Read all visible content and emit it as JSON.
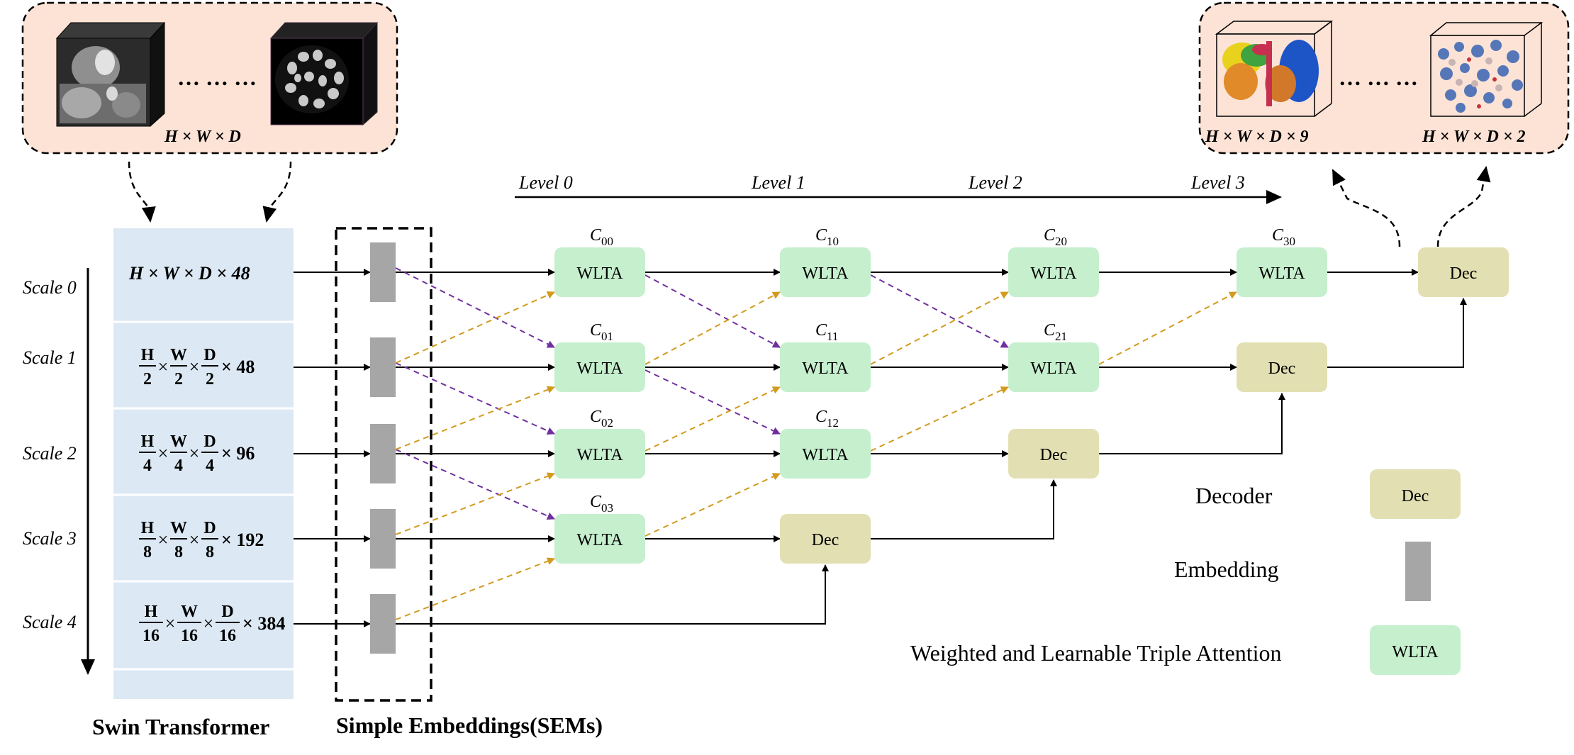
{
  "input": {
    "dims": "H × W × D",
    "ellipsis": "… … …"
  },
  "output": {
    "dims_left": "H × W × D × 9",
    "dims_right": "H × W × D × 2",
    "ellipsis": "… … …"
  },
  "levels": [
    "Level 0",
    "Level 1",
    "Level 2",
    "Level 3"
  ],
  "scales": [
    "Scale 0",
    "Scale 1",
    "Scale 2",
    "Scale 3",
    "Scale 4"
  ],
  "swin": {
    "row0": "H × W × D × 48",
    "frac_num": [
      "H",
      "W",
      "D"
    ],
    "rows": [
      {
        "den": "2",
        "ch": "× 48"
      },
      {
        "den": "4",
        "ch": "× 96"
      },
      {
        "den": "8",
        "ch": "× 192"
      },
      {
        "den": "16",
        "ch": "× 384"
      }
    ],
    "label": "Swin Transformer"
  },
  "sems_label": "Simple Embeddings(SEMs)",
  "nodes": {
    "wlta": "WLTA",
    "dec": "Dec",
    "c_labels": {
      "c00": [
        "C",
        "00"
      ],
      "c01": [
        "C",
        "01"
      ],
      "c02": [
        "C",
        "02"
      ],
      "c03": [
        "C",
        "03"
      ],
      "c10": [
        "C",
        "10"
      ],
      "c11": [
        "C",
        "11"
      ],
      "c12": [
        "C",
        "12"
      ],
      "c20": [
        "C",
        "20"
      ],
      "c21": [
        "C",
        "21"
      ],
      "c30": [
        "C",
        "30"
      ]
    }
  },
  "legend": {
    "decoder": "Decoder",
    "embedding": "Embedding",
    "wlta": "Weighted and Learnable Triple Attention",
    "dec_box": "Dec",
    "wlta_box": "WLTA"
  },
  "colors": {
    "swin_bg": "#dce9f5",
    "wlta_fill": "#c6efce",
    "dec_fill": "#e2e0b2",
    "embed_fill": "#a6a6a6",
    "panel_fill": "#fce3d6",
    "purple_arrow": "#7030a0",
    "orange_arrow": "#d29a1e"
  }
}
